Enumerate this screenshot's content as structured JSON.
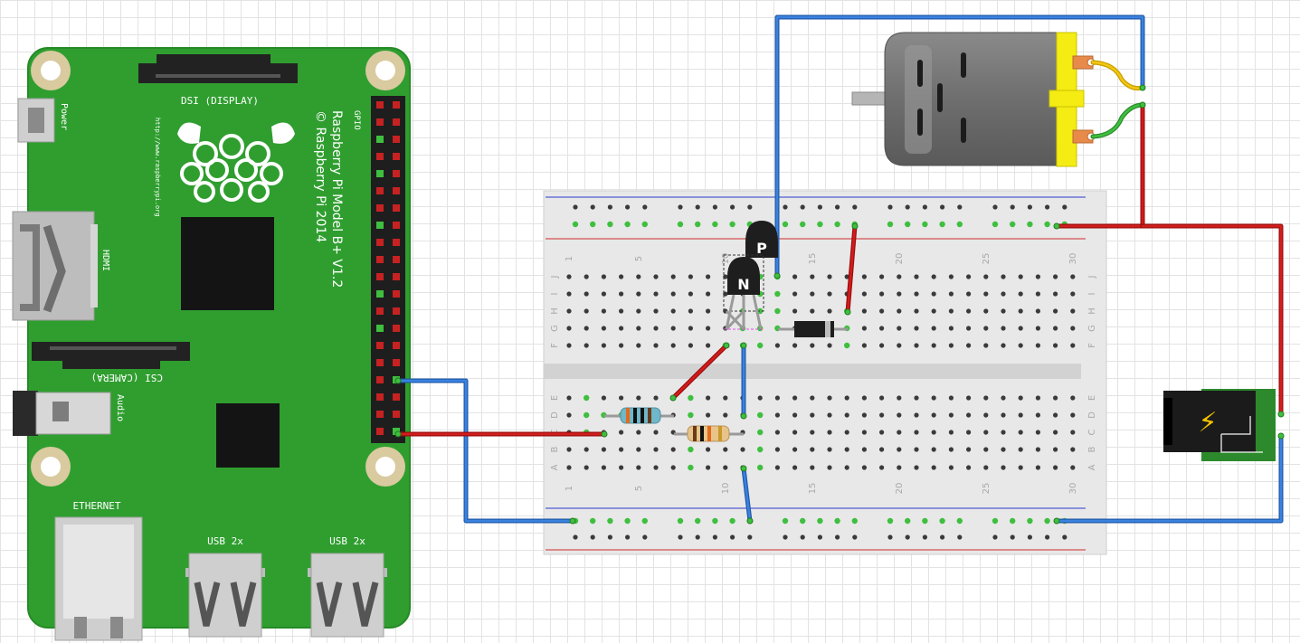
{
  "pi": {
    "model": "Raspberry Pi Model B+ V1.2",
    "copyright": "© Raspberry Pi 2014",
    "url": "http://www.raspberrypi.org",
    "labels": {
      "dsi": "DSI (DISPLAY)",
      "csi": "CSI (CAMERA)",
      "gpio": "GPIO",
      "power": "Power",
      "hdmi": "HDMI",
      "audio": "Audio",
      "ethernet": "ETHERNET",
      "usb1": "USB 2x",
      "usb2": "USB 2x"
    },
    "colors": {
      "board": "#2f9e2f",
      "pcb_edge": "#268a26"
    }
  },
  "breadboard": {
    "column_labels": [
      "1",
      "5",
      "10",
      "15",
      "20",
      "25",
      "30"
    ],
    "row_labels_top": [
      "J",
      "I",
      "H",
      "G",
      "F"
    ],
    "row_labels_bottom": [
      "E",
      "D",
      "C",
      "B",
      "A"
    ]
  },
  "components": {
    "transistor_p_label": "P",
    "transistor_n_label": "N",
    "power_jack_symbol": "⚡"
  },
  "wire_colors": {
    "blue": "#2a6fc9",
    "red": "#c41414",
    "yellow": "#f2c612",
    "green": "#3aa63a"
  }
}
